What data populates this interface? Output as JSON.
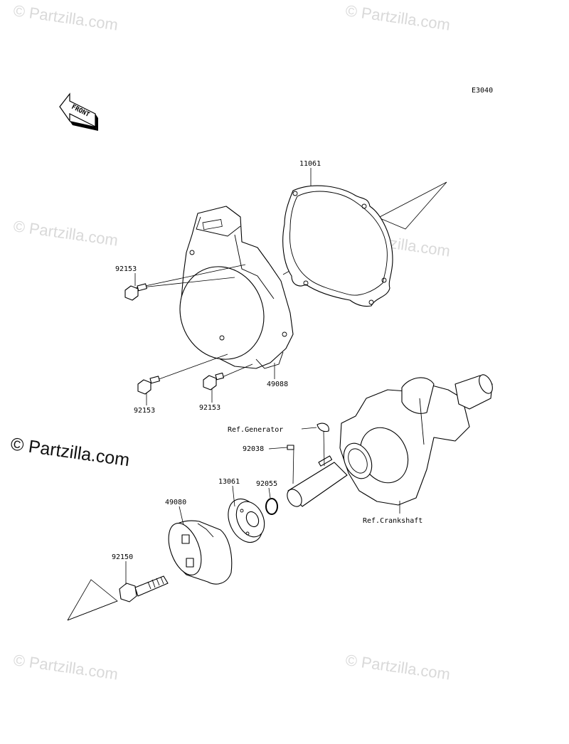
{
  "diagram_code": "E3040",
  "front_arrow_label": "FRONT",
  "watermarks": {
    "small": "© Partzilla.com",
    "large": "© Partzilla.com"
  },
  "parts": {
    "cover_gasket": "11061",
    "bolt_upper_left": "92153",
    "bolt_lower_left": "92153",
    "bolt_lower_mid": "92153",
    "recoil_starter_cover": "49088",
    "ref_generator": "Ref.Generator",
    "key": "92038",
    "o_ring": "92055",
    "drive_hub": "13061",
    "starter_pulley": "49080",
    "flange_bolt": "92150",
    "ref_crankshaft": "Ref.Crankshaft"
  }
}
